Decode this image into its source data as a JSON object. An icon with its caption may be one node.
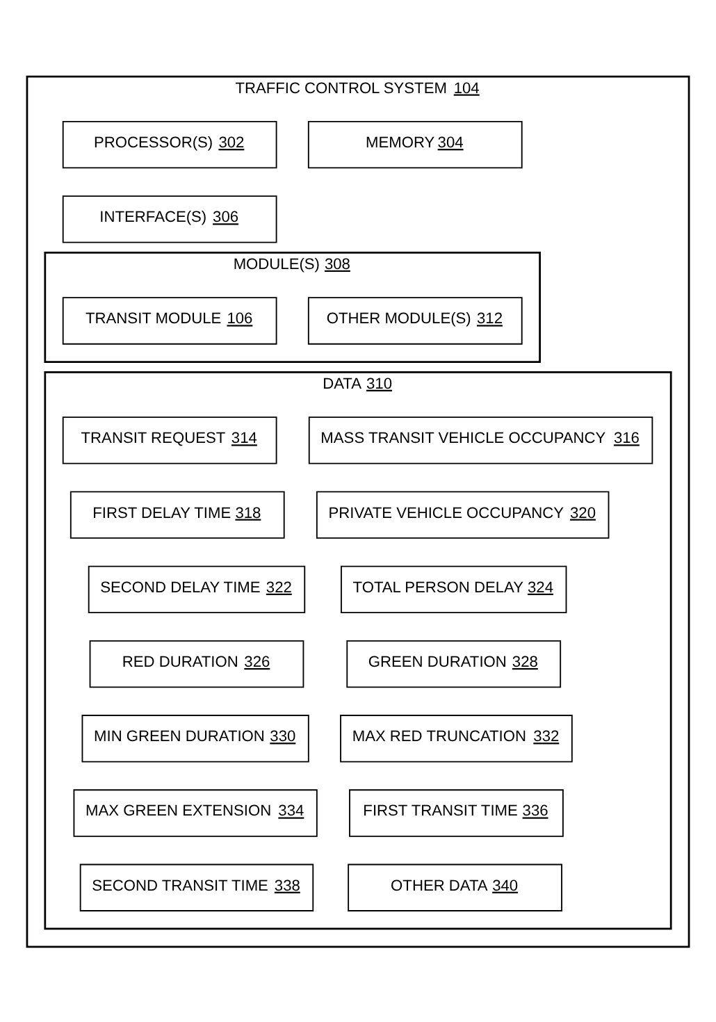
{
  "diagram": {
    "nodes": [
      {
        "text": [
          "TRAFFIC CONTROL SYSTEM 104"
        ]
      },
      {
        "text": [
          "PROCESSOR(S) 302"
        ],
        "in": 0
      },
      {
        "text": [
          "MEMORY 304"
        ],
        "in": 0
      },
      {
        "text": [
          "INTERFACE(S) 306"
        ],
        "in": 0
      },
      {
        "text": [
          "MODULE(S) 308"
        ],
        "in": 0
      },
      {
        "text": [
          "TRANSIT MODULE 106"
        ],
        "in": 4
      },
      {
        "text": [
          "OTHER MODULE(S) 312"
        ],
        "in": 4
      },
      {
        "text": [
          "DATA 310"
        ],
        "in": 0
      },
      {
        "text": [
          "TRANSIT REQUEST 314"
        ],
        "in": 7
      },
      {
        "text": [
          "MASS TRANSIT VEHICLE OCCUPANCY 316"
        ],
        "in": 7
      },
      {
        "text": [
          "FIRST DELAY TIME 318"
        ],
        "in": 7
      },
      {
        "text": [
          "PRIVATE VEHICLE OCCUPANCY 320"
        ],
        "in": 7
      },
      {
        "text": [
          "SECOND DELAY TIME 322"
        ],
        "in": 7
      },
      {
        "text": [
          "TOTAL PERSON DELAY 324"
        ],
        "in": 7
      },
      {
        "text": [
          "RED DURATION 326"
        ],
        "in": 7
      },
      {
        "text": [
          "GREEN DURATION 328"
        ],
        "in": 7
      },
      {
        "text": [
          "MIN GREEN DURATION 330"
        ],
        "in": 7
      },
      {
        "text": [
          "MAX RED TRUNCATION 332"
        ],
        "in": 7
      },
      {
        "text": [
          "MAX GREEN EXTENSION 334"
        ],
        "in": 7
      },
      {
        "text": [
          "FIRST TRANSIT TIME 336"
        ],
        "in": 7
      },
      {
        "text": [
          "SECOND TRANSIT TIME 338"
        ],
        "in": 7
      },
      {
        "text": [
          "OTHER DATA 340"
        ],
        "in": 7
      }
    ],
    "edges": []
  }
}
